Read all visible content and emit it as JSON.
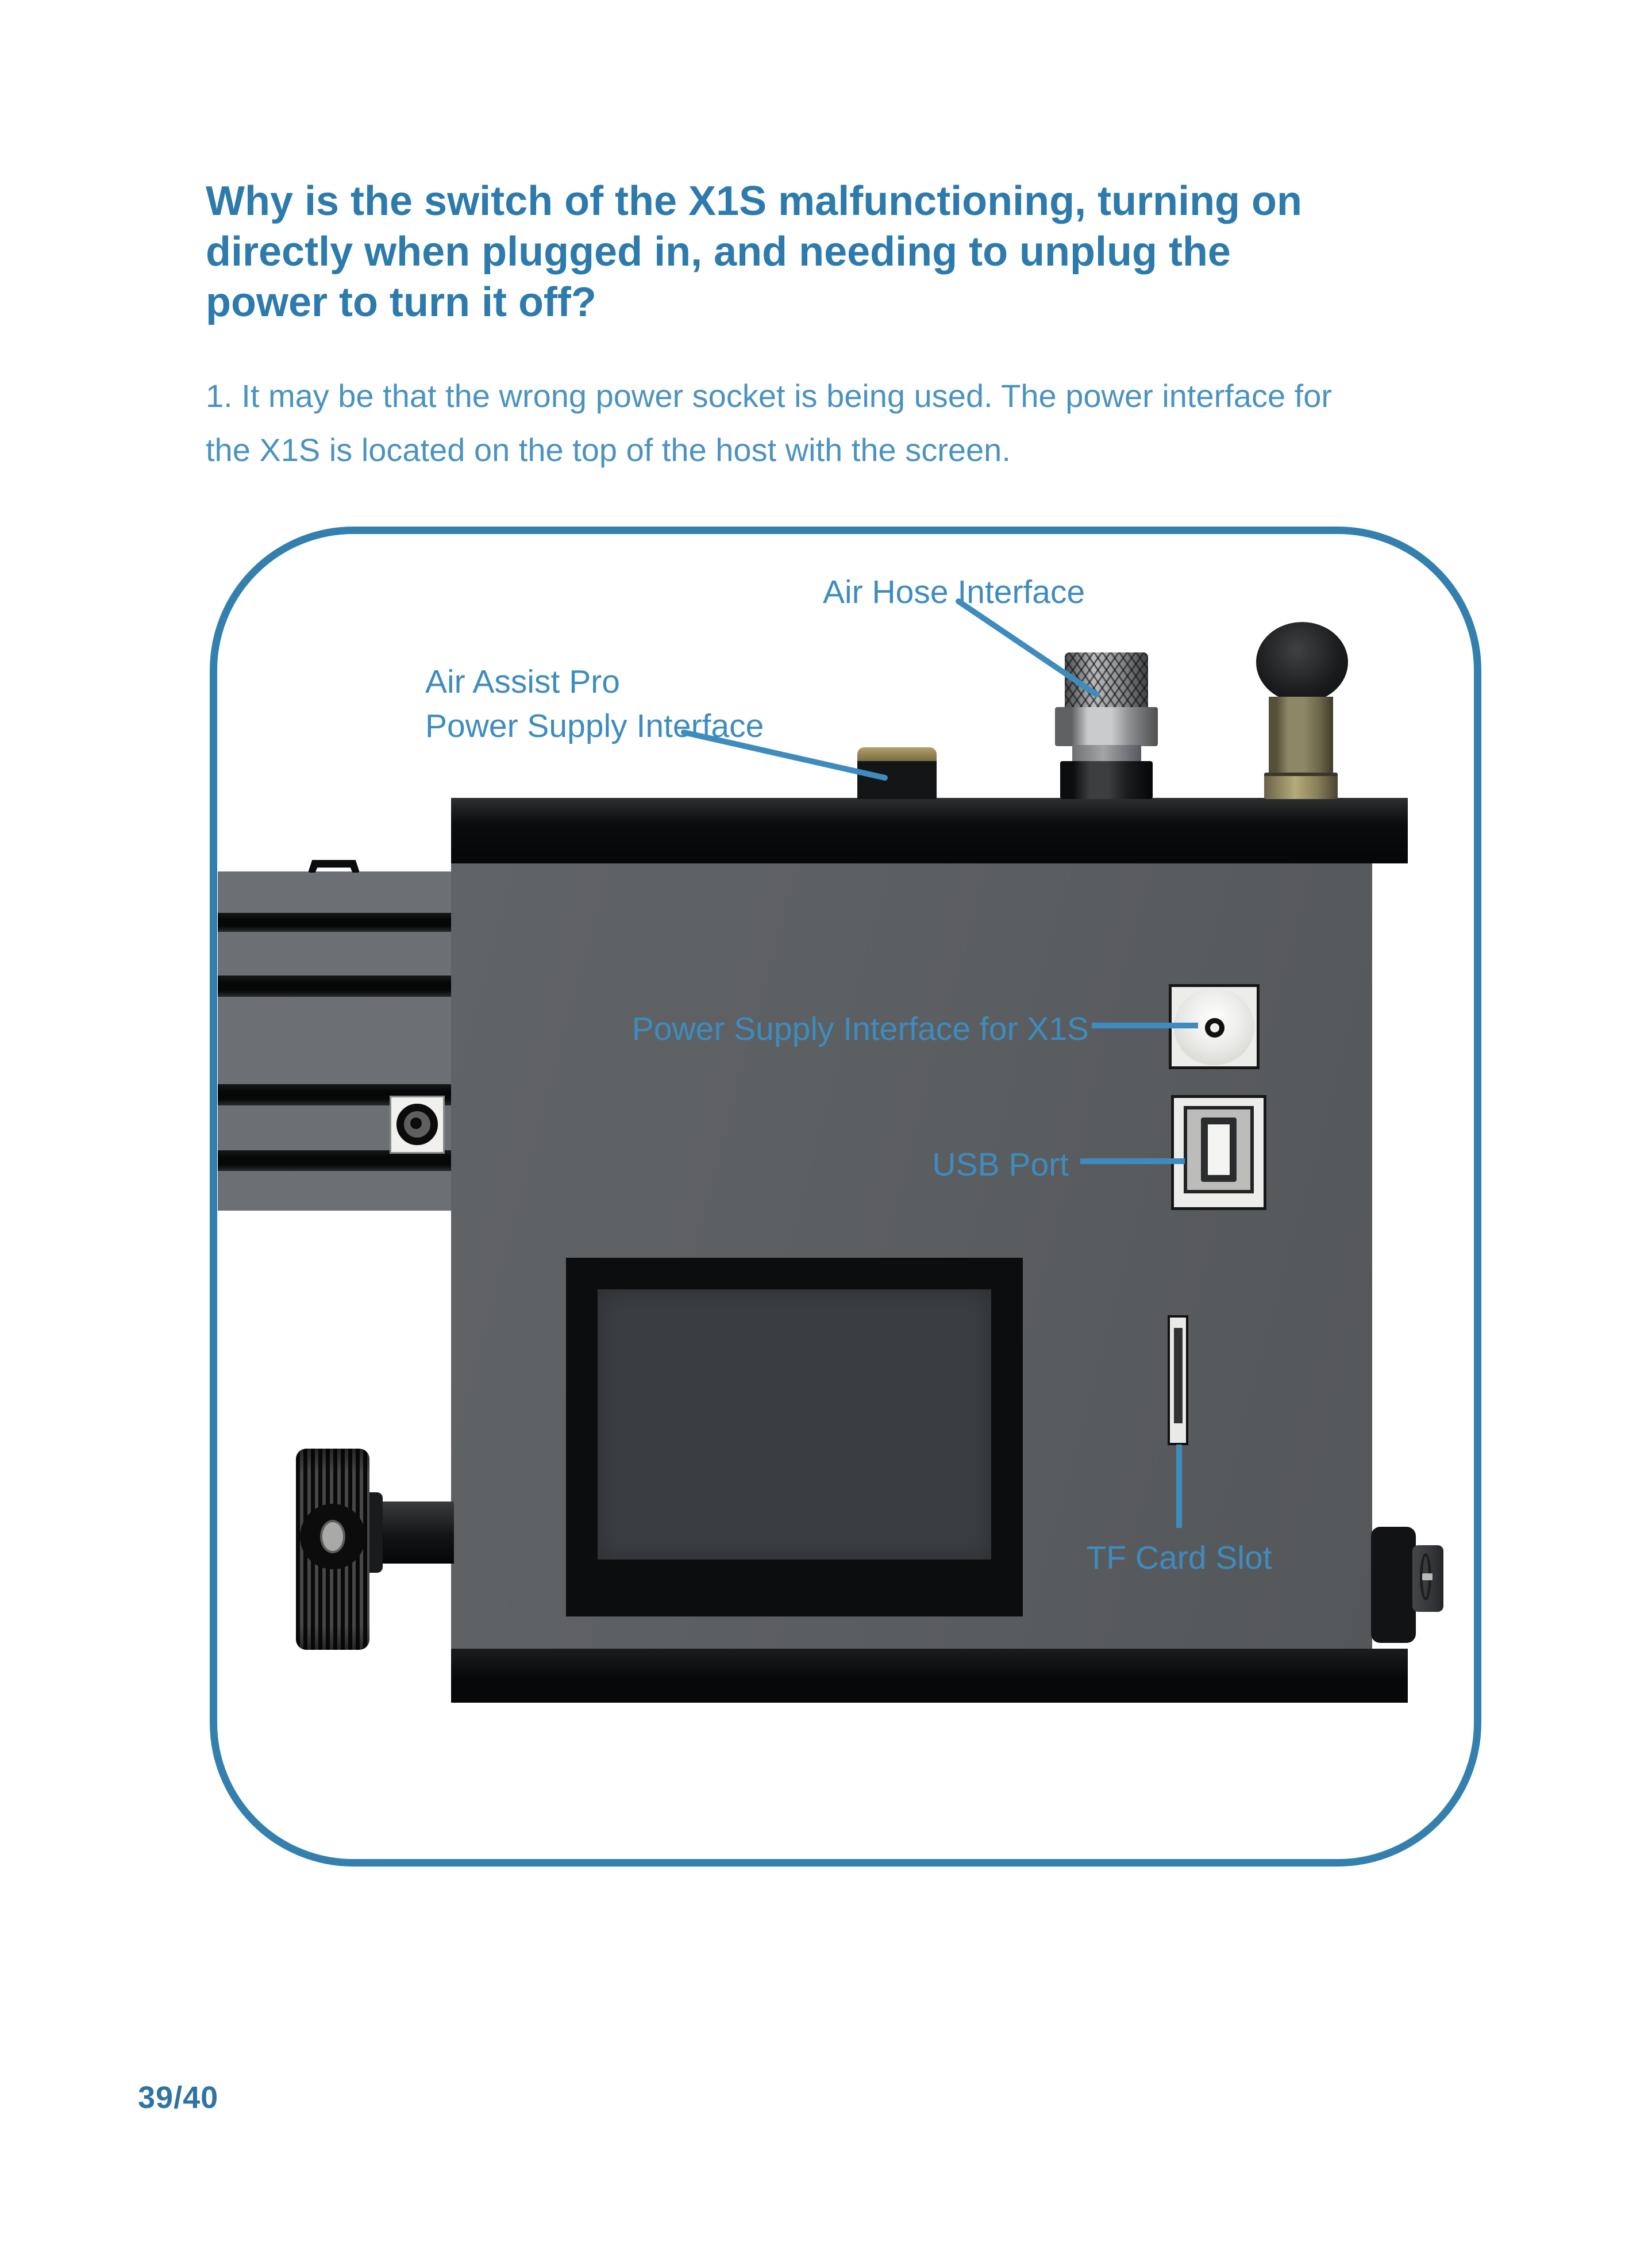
{
  "page": {
    "heading_lines": [
      "Why is the switch of the X1S malfunctioning, turning on",
      "directly when plugged in, and needing to unplug the",
      "power to turn it off?"
    ],
    "body_lines": [
      "1. It may be that the wrong power socket is being used. The power interface for",
      "the X1S is located on the top of the host with the screen."
    ],
    "page_number": "39/40"
  },
  "figure": {
    "labels": {
      "air_hose": "Air Hose Interface",
      "air_assist_line1": "Air Assist Pro",
      "air_assist_line2": "Power Supply Interface",
      "power_supply_x1s": "Power Supply Interface for X1S",
      "usb": "USB Port",
      "tf": "TF Card Slot"
    }
  },
  "colors": {
    "heading_blue": "#2d7aac",
    "body_blue": "#4b93bf",
    "label_blue": "#3e8cbe",
    "border_blue": "#3380ae",
    "page_number_blue": "#2f73a2"
  }
}
